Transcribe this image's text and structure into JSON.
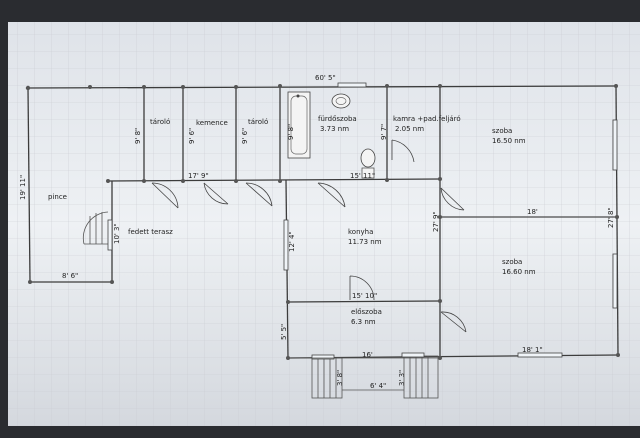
{
  "rooms": {
    "pince": "pince",
    "fedett_terasz": "fedett terasz",
    "tarolo_1": "tároló",
    "kemence": "kemence",
    "tarolo_2": "tároló",
    "furdoszoba": "fürdőszoba",
    "furdoszoba_area": "3.73 nm",
    "kamra": "kamra +pad.feljáró",
    "kamra_area": "2.05 nm",
    "szoba_1": "szoba",
    "szoba_1_area": "16.50 nm",
    "konyha": "konyha",
    "konyha_area": "11.73 nm",
    "szoba_2": "szoba",
    "szoba_2_area": "16.60 nm",
    "eloszoba": "előszoba",
    "eloszoba_area": "6.3 nm"
  },
  "dimensions": {
    "top_width": "60' 5\"",
    "left_height": "19' 11\"",
    "pince_width": "8' 6\"",
    "terasz_depth": "10' 3\"",
    "tarolo1_h": "9' 8\"",
    "kemence_h": "9' 6\"",
    "tarolo2_h": "9' 6\"",
    "furdo_h": "9' 8\"",
    "kamra_h": "9' 7\"",
    "mid_run": "17' 9\"",
    "furdo_w": "15' 11\"",
    "konyha_h": "12' 4\"",
    "szoba_right_h": "27' 8\"",
    "szoba_left_h": "27' 9\"",
    "szoba_w": "18'",
    "konyha_w": "15' 10\"",
    "eloszoba_h": "5' 5\"",
    "eloszoba_w": "16'",
    "szoba2_w": "18' 1\"",
    "stair_left": "3' 8\"",
    "stair_right": "3' 3\"",
    "stair_gap": "6' 4\""
  }
}
